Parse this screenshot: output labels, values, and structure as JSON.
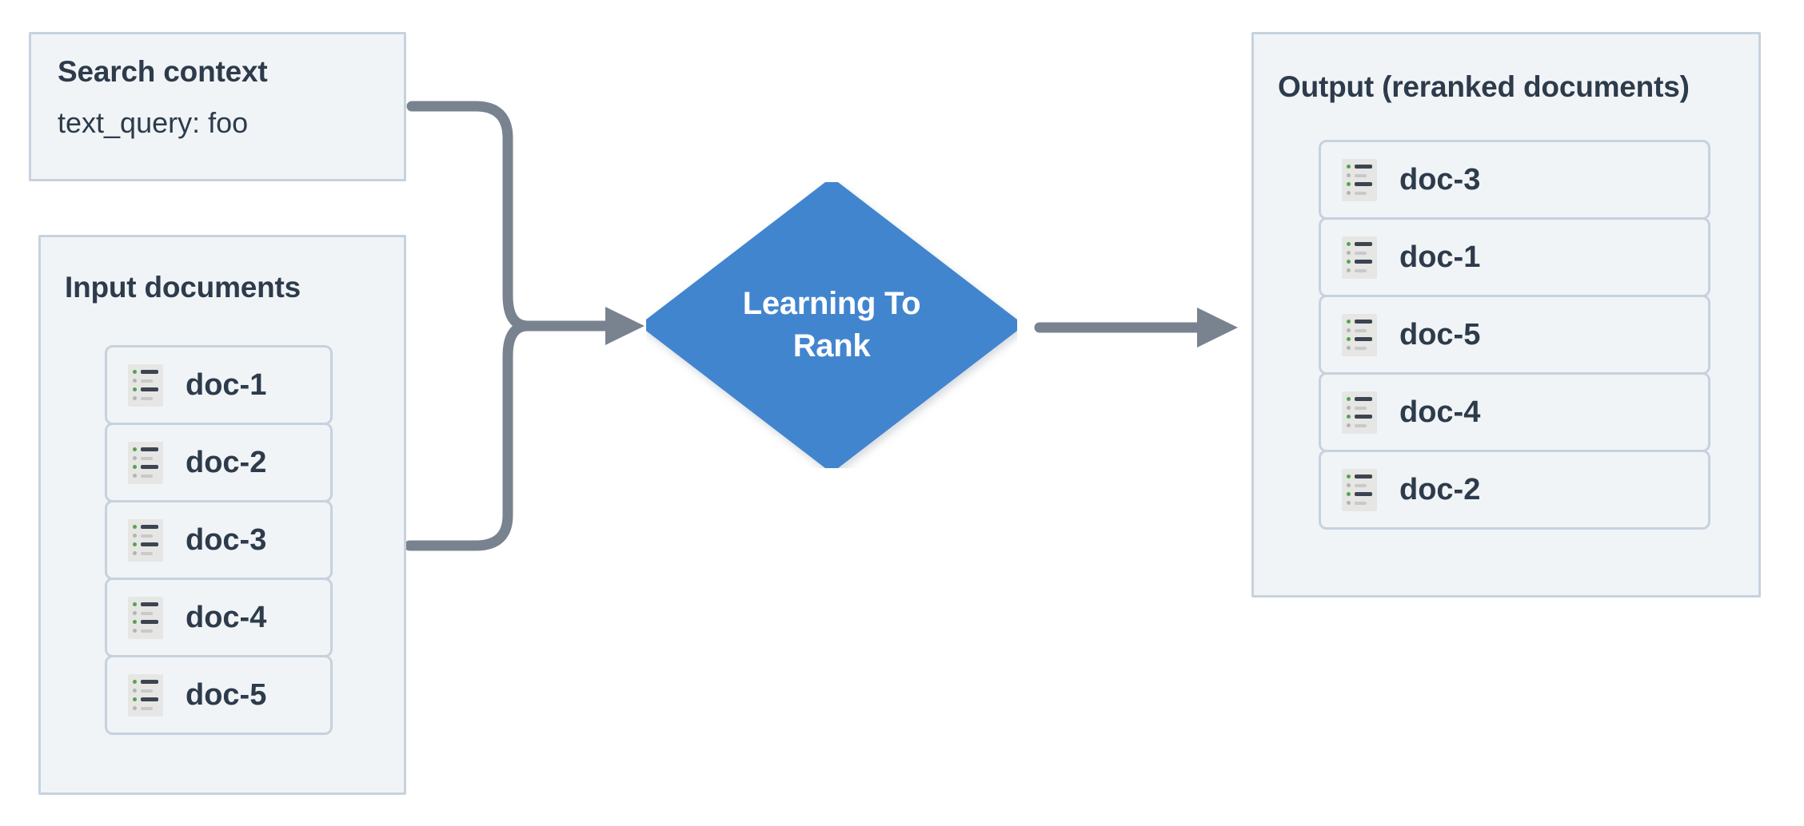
{
  "diagram": {
    "title": "Learning To Rank reranking flow",
    "background": "#ffffff"
  },
  "colors": {
    "panel_fill": "#f1f4f7",
    "panel_border": "#c6d2de",
    "text_dark": "#2d3b4b",
    "accent_blue": "#4285cf",
    "connector_grey": "#78838f",
    "icon_fill": "#e6e6e4",
    "icon_bullet_green": "#53a551",
    "icon_bullet_grey": "#b4b4b4",
    "icon_bar_dark": "#3c4450",
    "icon_bar_light": "#c9c9c9"
  },
  "search_context": {
    "title": "Search context",
    "field_text": "text_query: foo",
    "field_key": "text_query",
    "field_value": "foo"
  },
  "input_documents": {
    "title": "Input documents",
    "items": [
      {
        "label": "doc-1",
        "icon": "document-list-icon"
      },
      {
        "label": "doc-2",
        "icon": "document-list-icon"
      },
      {
        "label": "doc-3",
        "icon": "document-list-icon"
      },
      {
        "label": "doc-4",
        "icon": "document-list-icon"
      },
      {
        "label": "doc-5",
        "icon": "document-list-icon"
      }
    ]
  },
  "process": {
    "label": "Learning To Rank",
    "label_line_1": "Learning To",
    "label_line_2": "Rank",
    "shape": "diamond"
  },
  "output": {
    "title": "Output (reranked documents)",
    "items": [
      {
        "label": "doc-3",
        "icon": "document-list-icon"
      },
      {
        "label": "doc-1",
        "icon": "document-list-icon"
      },
      {
        "label": "doc-5",
        "icon": "document-list-icon"
      },
      {
        "label": "doc-4",
        "icon": "document-list-icon"
      },
      {
        "label": "doc-2",
        "icon": "document-list-icon"
      }
    ]
  },
  "connectors": [
    {
      "name": "search-context-to-ltr",
      "from": "Search context",
      "to": "Learning To Rank",
      "style": "elbow-merge-arrow"
    },
    {
      "name": "input-documents-to-ltr",
      "from": "Input documents",
      "to": "Learning To Rank",
      "style": "elbow-merge-arrow"
    },
    {
      "name": "ltr-to-output",
      "from": "Learning To Rank",
      "to": "Output (reranked documents)",
      "style": "straight-arrow"
    }
  ]
}
